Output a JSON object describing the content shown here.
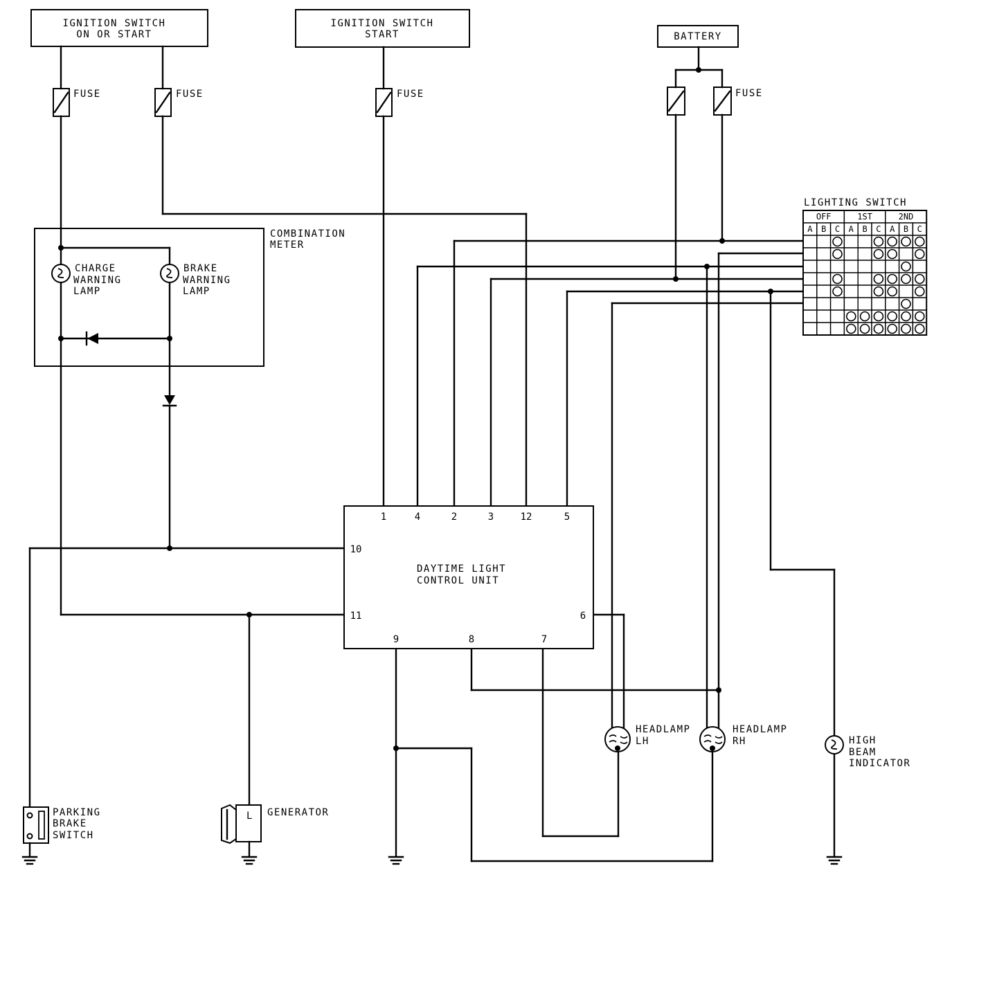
{
  "labels": {
    "ign_on_l1": "IGNITION SWITCH",
    "ign_on_l2": "ON OR START",
    "ign_start_l1": "IGNITION SWITCH",
    "ign_start_l2": "START",
    "battery": "BATTERY",
    "fuse": "FUSE",
    "comb_l1": "COMBINATION",
    "comb_l2": "METER",
    "charge_l1": "CHARGE",
    "charge_l2": "WARNING",
    "charge_l3": "LAMP",
    "brake_l1": "BRAKE",
    "brake_l2": "WARNING",
    "brake_l3": "LAMP",
    "unit_l1": "DAYTIME LIGHT",
    "unit_l2": "CONTROL UNIT",
    "lighting_switch": "LIGHTING SWITCH",
    "headlamp": "HEADLAMP",
    "lh": "LH",
    "rh": "RH",
    "hb_l1": "HIGH",
    "hb_l2": "BEAM",
    "hb_l3": "INDICATOR",
    "pb_l1": "PARKING",
    "pb_l2": "BRAKE",
    "pb_l3": "SWITCH",
    "generator": "GENERATOR",
    "gen_terminal": "L"
  },
  "unit_pins": {
    "p1": "1",
    "p4": "4",
    "p2": "2",
    "p3": "3",
    "p12": "12",
    "p5": "5",
    "p10": "10",
    "p11": "11",
    "p6": "6",
    "p9": "9",
    "p8": "8",
    "p7": "7"
  },
  "switch_table": {
    "positions": [
      "OFF",
      "1ST",
      "2ND"
    ],
    "columns": [
      "A",
      "B",
      "C",
      "A",
      "B",
      "C",
      "A",
      "B",
      "C"
    ],
    "rows": [
      [
        0,
        0,
        1,
        0,
        0,
        1,
        1,
        1,
        1
      ],
      [
        0,
        0,
        1,
        0,
        0,
        1,
        1,
        0,
        1
      ],
      [
        0,
        0,
        0,
        0,
        0,
        0,
        0,
        1,
        0
      ],
      [
        0,
        0,
        1,
        0,
        0,
        1,
        1,
        1,
        1
      ],
      [
        0,
        0,
        1,
        0,
        0,
        1,
        1,
        0,
        1
      ],
      [
        0,
        0,
        0,
        0,
        0,
        0,
        0,
        1,
        0
      ],
      [
        0,
        0,
        0,
        1,
        1,
        1,
        1,
        1,
        1
      ],
      [
        0,
        0,
        0,
        1,
        1,
        1,
        1,
        1,
        1
      ]
    ]
  }
}
